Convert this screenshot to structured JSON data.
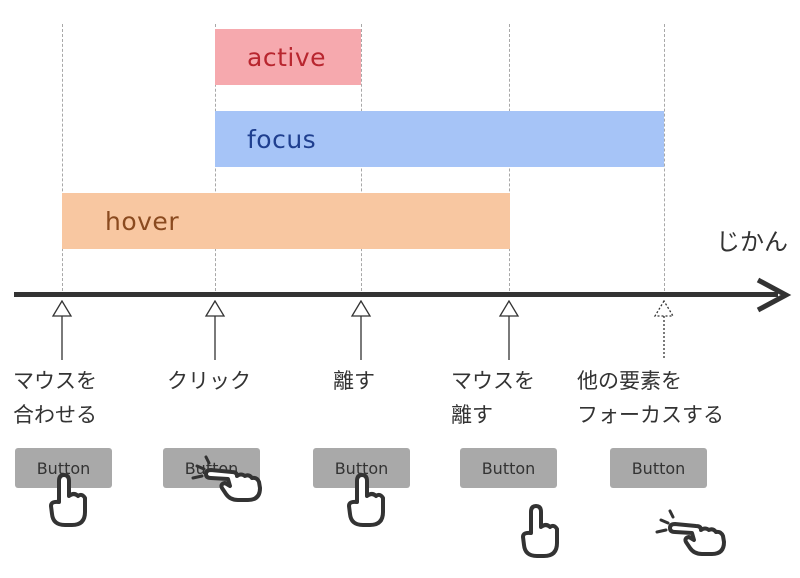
{
  "bars": {
    "active": {
      "label": "active",
      "color": "#f6a9ae",
      "text_color": "#b8262f"
    },
    "focus": {
      "label": "focus",
      "color": "#a6c4f7",
      "text_color": "#1f3f8f"
    },
    "hover": {
      "label": "hover",
      "color": "#f8c7a1",
      "text_color": "#8a4a1f"
    }
  },
  "axis": {
    "label": "じかん",
    "color": "#333333"
  },
  "steps": [
    {
      "label_lines": [
        "マウスを",
        "合わせる"
      ],
      "button_label": "Button",
      "hand": "pointing-hand-icon"
    },
    {
      "label_lines": [
        "クリック"
      ],
      "button_label": "Button",
      "hand": "clicking-hand-icon"
    },
    {
      "label_lines": [
        "離す"
      ],
      "button_label": "Button",
      "hand": "pointing-hand-icon"
    },
    {
      "label_lines": [
        "マウスを",
        "離す"
      ],
      "button_label": "Button",
      "hand": "pointing-hand-icon"
    },
    {
      "label_lines": [
        "他の要素を",
        "フォーカスする"
      ],
      "button_label": "Button",
      "hand": "clicking-hand-icon"
    }
  ]
}
